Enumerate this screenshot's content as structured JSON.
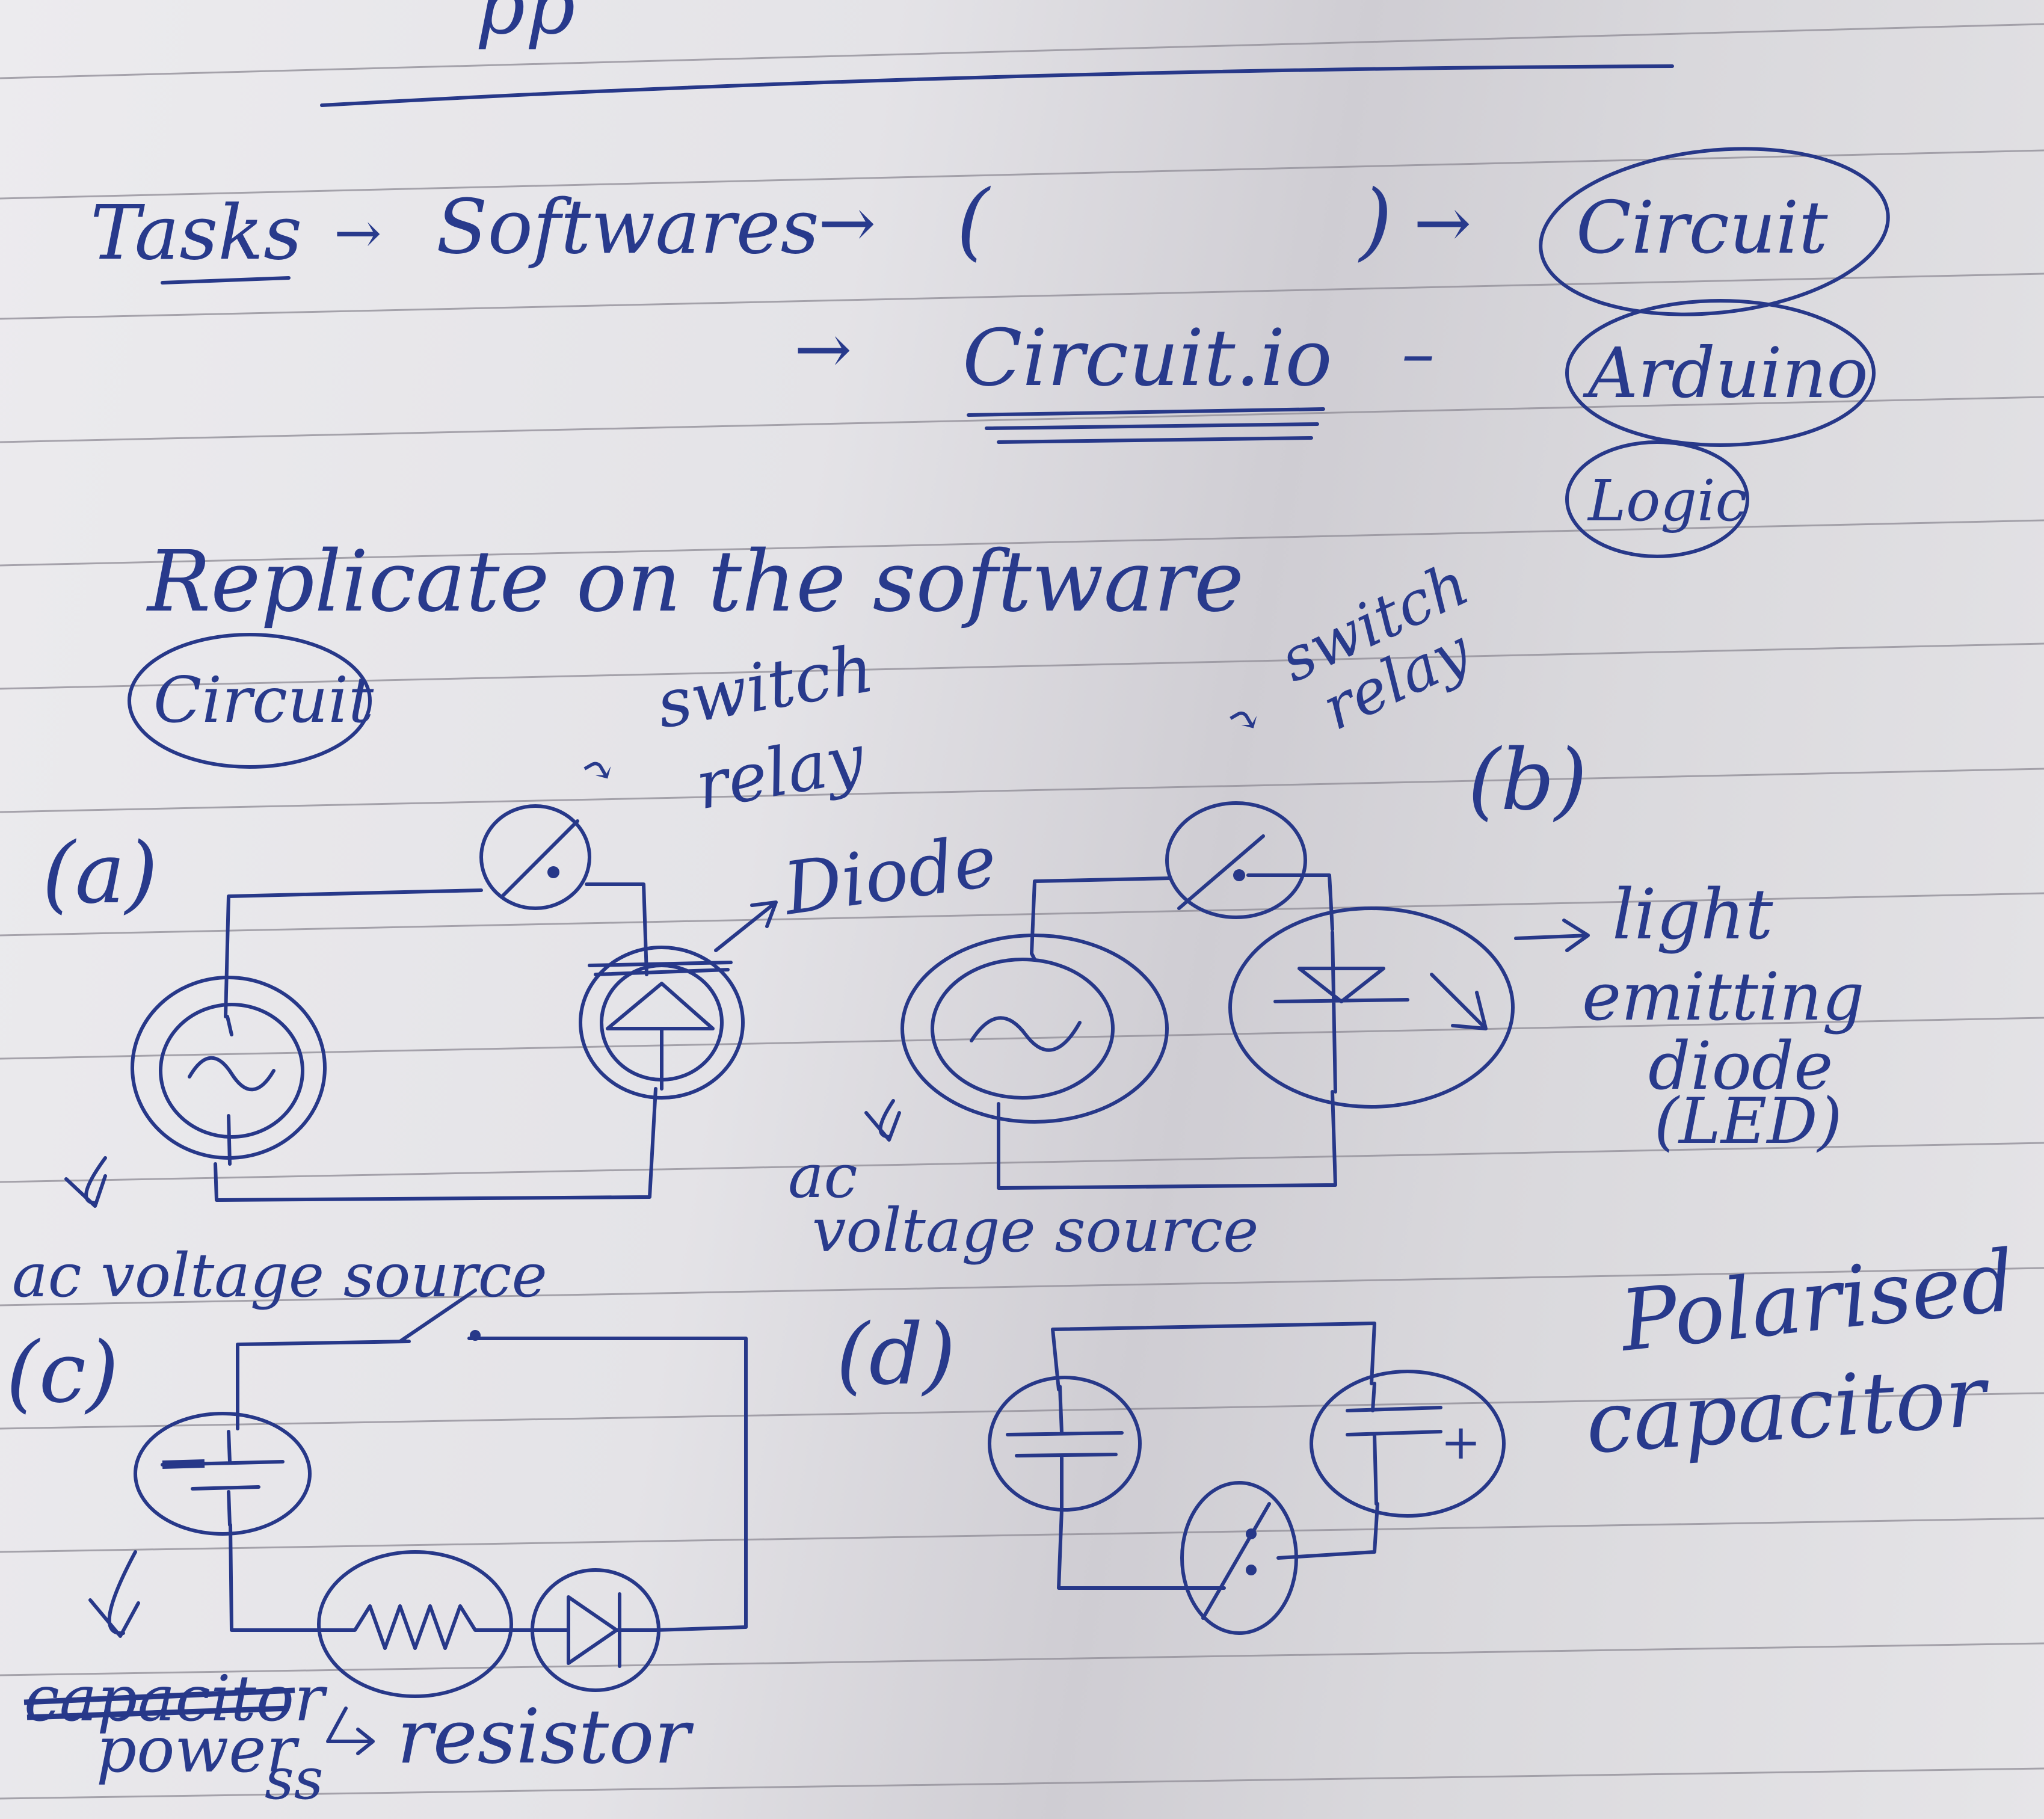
{
  "notes": {
    "top_fragment": "pp",
    "tasks_label": "Tasks",
    "arrow_right": "→",
    "arrow_long": "→",
    "softwares_label": "Softwares",
    "open_paren": "(",
    "close_paren": ")",
    "circuit_bubble": "Circuit",
    "circuitio_label": "Circuit.io",
    "dash": "–",
    "arduino_bubble": "Arduino",
    "logic_bubble": "Logic",
    "replicate_line": "Replicate on the software",
    "circuit_bubble_small": "Circuit"
  },
  "diagram_a": {
    "label": "(a)",
    "switch_label_1": "switch",
    "switch_label_2": "relay",
    "diode_label": "Diode",
    "source_label": "ac voltage source",
    "down_arrow": "⤵"
  },
  "diagram_b": {
    "label": "(b)",
    "switch_label_1": "switch",
    "switch_label_2": "relay",
    "led_label_1": "light",
    "led_label_2": "emitting",
    "led_label_3": "diode",
    "led_label_4": "(LED)",
    "source_label_1": "ac",
    "source_label_2": "voltage source",
    "down_arrow": "⤵"
  },
  "diagram_c": {
    "label": "(c)",
    "struck_word": "capacitor",
    "power_label": "power",
    "ss_label": "ss",
    "resistor_label": "resistor"
  },
  "diagram_d": {
    "label": "(d)",
    "polarised_1": "Polarised",
    "polarised_2": "capacitor",
    "plus_sign": "+"
  },
  "colors": {
    "ink": "#273889",
    "paper": "#e4e3e7",
    "rule_line": "#8e8b95"
  }
}
